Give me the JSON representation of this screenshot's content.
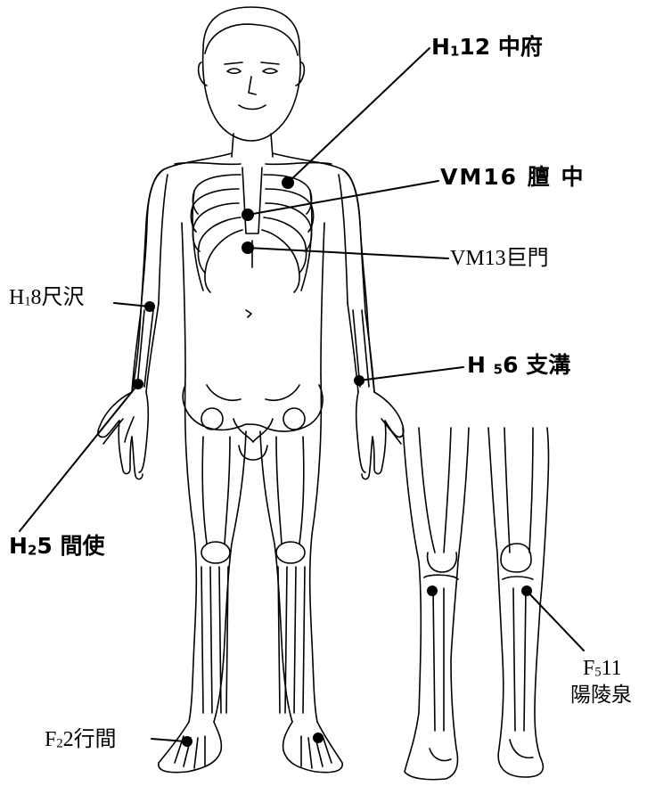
{
  "points": [
    {
      "meridian": "H",
      "sub": "1",
      "num": "12",
      "name": "中府"
    },
    {
      "meridian": "VM",
      "sub": "",
      "num": "16",
      "name": "膻 中"
    },
    {
      "meridian": "VM",
      "sub": "",
      "num": "13",
      "name": "巨門"
    },
    {
      "meridian": "H",
      "sub": "1",
      "num": "8",
      "name": "尺沢"
    },
    {
      "meridian": "H",
      "sub": "5",
      "num": "6",
      "name": "支溝"
    },
    {
      "meridian": "H",
      "sub": "2",
      "num": "5",
      "name": "間使"
    },
    {
      "meridian": "F",
      "sub": "5",
      "num": "11",
      "name": "陽陵泉"
    },
    {
      "meridian": "F",
      "sub": "2",
      "num": "2",
      "name": "行間"
    }
  ],
  "colors": {
    "ink": "#000000",
    "paper": "#ffffff"
  }
}
